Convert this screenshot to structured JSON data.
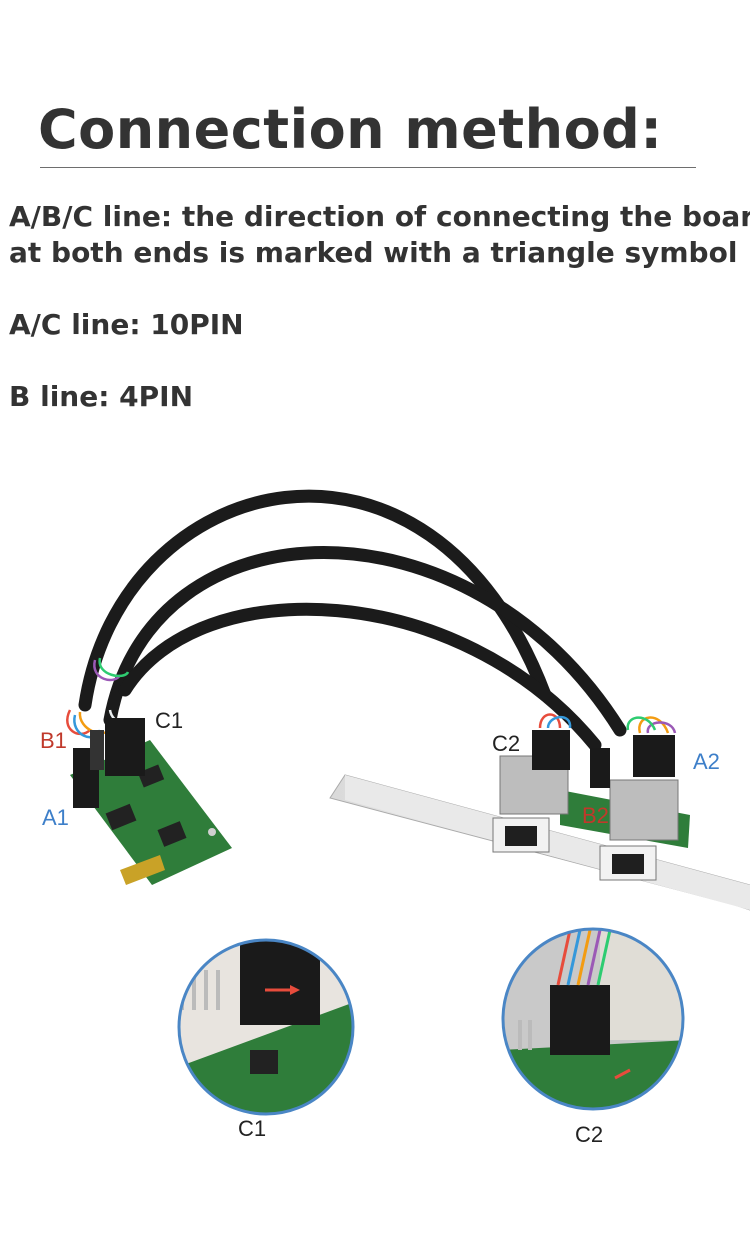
{
  "header": {
    "title": "Connection method:"
  },
  "description": {
    "line1a": "A/B/C line: the direction of connecting the board",
    "line1b": "at both ends is marked with a triangle symbol",
    "line2": "A/C line: 10PIN",
    "line3": "B line: 4PIN"
  },
  "diagram_labels": {
    "b1": "B1",
    "c1": "C1",
    "a1": "A1",
    "c2": "C2",
    "a2": "A2",
    "b2": "B2",
    "detail_c1": "C1",
    "detail_c2": "C2"
  },
  "colors": {
    "text": "#333333",
    "label_red": "#c0392b",
    "label_blue": "#3d7fc9",
    "pcb_green": "#2f7d3a",
    "cable_black": "#1a1a1a",
    "circle_border": "#4a86c5"
  }
}
